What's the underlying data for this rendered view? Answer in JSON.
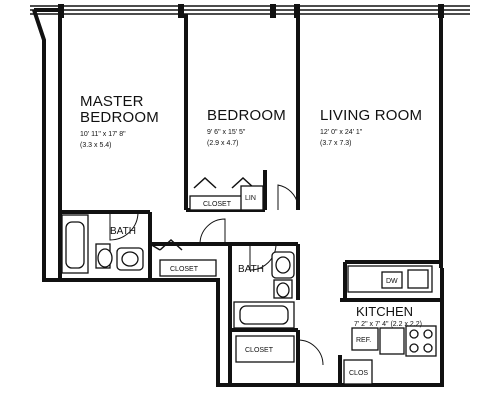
{
  "rooms": {
    "master_bedroom": {
      "line1": "MASTER",
      "line2": "BEDROOM",
      "dims_ft": "10' 11\" x 17' 8\"",
      "dims_m": "(3.3 x 5.4)"
    },
    "bedroom": {
      "name": "BEDROOM",
      "dims_ft": "9' 6\" x 15' 5\"",
      "dims_m": "(2.9 x 4.7)"
    },
    "living_room": {
      "name": "LIVING ROOM",
      "dims_ft": "12' 0\" x 24' 1\"",
      "dims_m": "(3.7 x 7.3)"
    },
    "kitchen": {
      "name": "KITCHEN",
      "dims": "7' 2\" x 7' 4\" (2.2 x 2.2)"
    }
  },
  "labels": {
    "closet_bedroom": "CLOSET",
    "linen": "LIN",
    "bath_master": "BATH",
    "closet_hall": "CLOSET",
    "bath_hall": "BATH",
    "closet_lower": "CLOSET",
    "closet_entry": "CLOS",
    "dishwasher": "DW",
    "refrigerator": "REF."
  }
}
